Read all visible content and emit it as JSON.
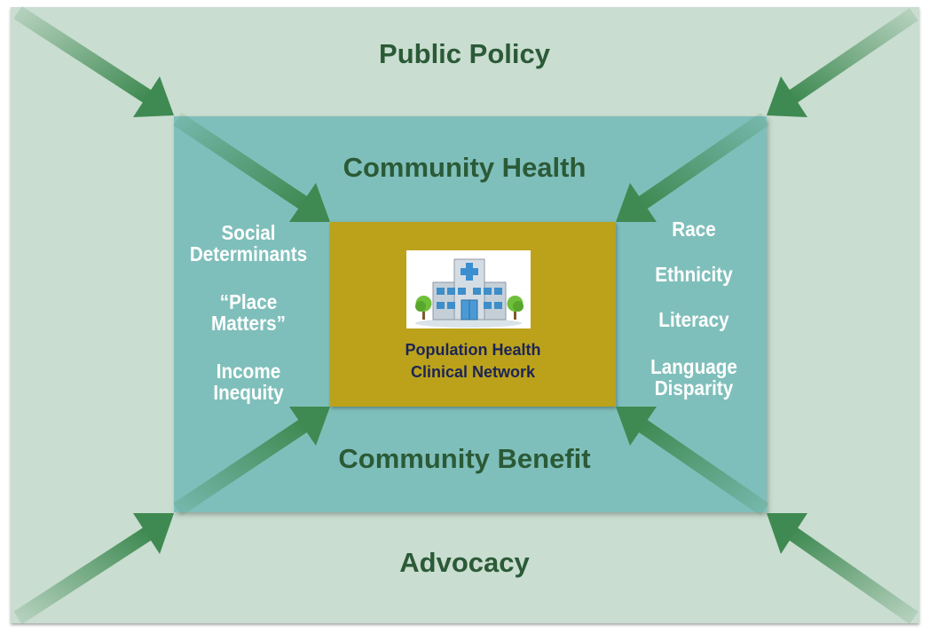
{
  "outer_label": "Public Policy",
  "bottom_label": "Advocacy",
  "inner_top_label": "Community Health",
  "inner_bottom_label": "Community Benefit",
  "left_items": [
    {
      "line1": "Social",
      "line2": "Determinants"
    },
    {
      "line1": "“Place",
      "line2": "Matters”"
    },
    {
      "line1": "Income",
      "line2": "Inequity"
    }
  ],
  "right_items": [
    {
      "line1": "Race",
      "line2": ""
    },
    {
      "line1": "Ethnicity",
      "line2": ""
    },
    {
      "line1": "Literacy",
      "line2": ""
    },
    {
      "line1": "Language",
      "line2": "Disparity"
    }
  ],
  "center": {
    "line1": "Population Health",
    "line2": "Clinical Network",
    "icon": "hospital-icon"
  },
  "colors": {
    "outer_bg": "#c9ddd0",
    "inner_bg": "#7fbfbb",
    "core_bg": "#bba21a",
    "arrow": "#3f8a52",
    "heading_text": "#2b5a37",
    "center_text": "#1c2457"
  }
}
